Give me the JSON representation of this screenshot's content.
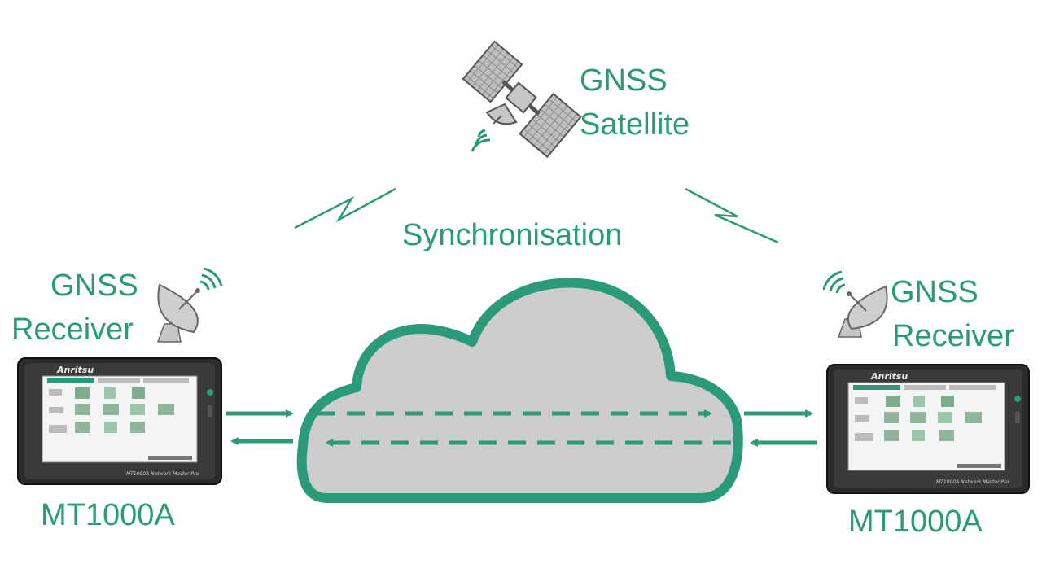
{
  "colors": {
    "accent": "#2a9a78",
    "cloud_fill": "#cdcdcd",
    "device_body": "#2b2b2b"
  },
  "satellite": {
    "label_line1": "GNSS",
    "label_line2": "Satellite",
    "icon": "satellite-icon"
  },
  "sync_label": "Synchronisation",
  "left_node": {
    "receiver_line1": "GNSS",
    "receiver_line2": "Receiver",
    "receiver_icon": "satellite-dish-icon",
    "device_label": "MT1000A",
    "brand": "Anritsu",
    "model_text": "MT1000A Network Master Pro"
  },
  "right_node": {
    "receiver_line1": "GNSS",
    "receiver_line2": "Receiver",
    "receiver_icon": "satellite-dish-icon",
    "device_label": "MT1000A",
    "brand": "Anritsu",
    "model_text": "MT1000A Network Master Pro"
  },
  "network": {
    "icon": "cloud-icon"
  }
}
